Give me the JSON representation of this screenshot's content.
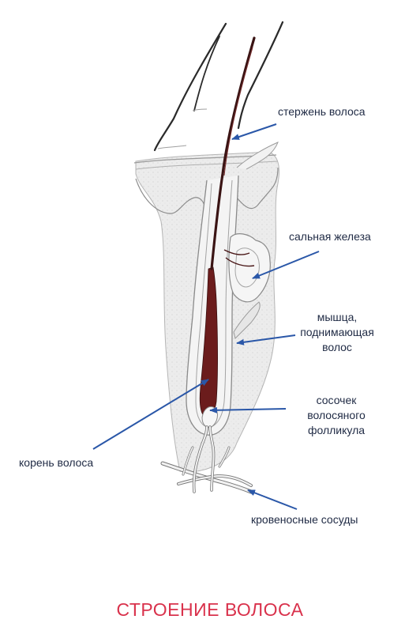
{
  "title": "СТРОЕНИЕ ВОЛОСА",
  "labels": {
    "shaft": "стержень волоса",
    "gland": "сальная железа",
    "muscle_1": "мышца,",
    "muscle_2": "поднимающая",
    "muscle_3": "волос",
    "papilla_1": "сосочек",
    "papilla_2": "волосяного",
    "papilla_3": "фолликула",
    "root": "корень волоса",
    "vessels": "кровеносные сосуды"
  },
  "colors": {
    "arrow": "#2a57a8",
    "title": "#d9324c",
    "hair": "#3a1414",
    "root": "#6b1c1c",
    "tissue": "#e9e9e9",
    "outline": "#8d8d8d"
  }
}
